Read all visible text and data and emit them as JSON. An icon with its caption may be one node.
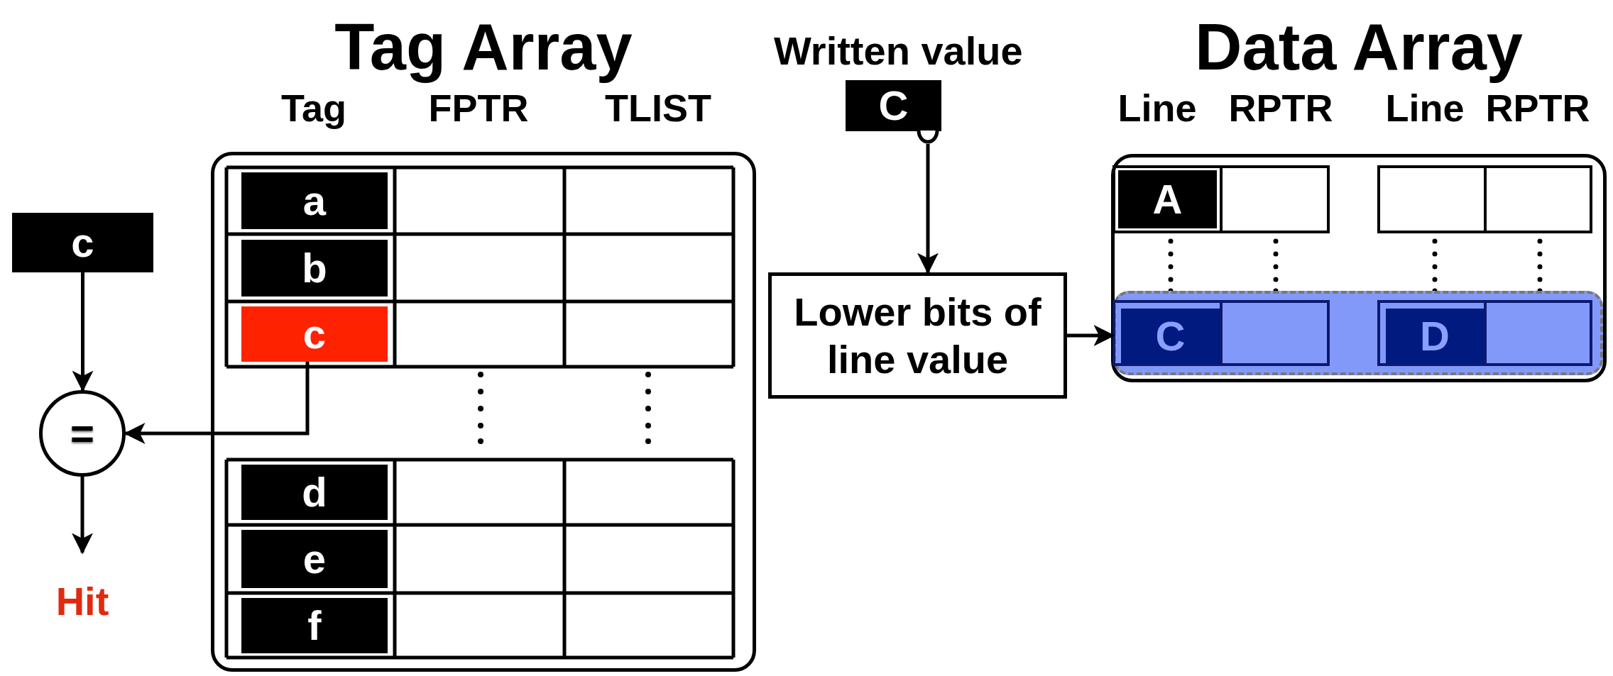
{
  "diagram": {
    "nodes": [
      {
        "text": [
          "Tag Array"
        ]
      },
      {
        "text": [
          "a"
        ],
        "in": 0
      },
      {
        "text": [
          "b"
        ],
        "in": 0
      },
      {
        "text": [
          "c"
        ],
        "in": 0
      },
      {
        "text": [
          "d"
        ],
        "in": 0
      },
      {
        "text": [
          "e"
        ],
        "in": 0
      },
      {
        "text": [
          "f"
        ],
        "in": 0
      },
      {
        "text": [
          "c"
        ]
      },
      {
        "text": [
          "="
        ]
      },
      {
        "text": [
          "Hit"
        ]
      },
      {
        "text": [
          "Written value",
          "C"
        ]
      },
      {
        "text": [
          "Lower bits of line value"
        ]
      },
      {
        "text": [
          "Data Array"
        ]
      },
      {
        "text": [
          "A"
        ],
        "in": 12
      },
      {
        "text": [],
        "shape": "bar",
        "in": 12
      },
      {
        "text": [
          "C"
        ],
        "in": 14
      },
      {
        "text": [
          "D"
        ],
        "in": 14
      }
    ],
    "edges": [
      {
        "from": 7,
        "to": 8,
        "arrow": "to"
      },
      {
        "from": 3,
        "to": 8,
        "arrow": "to"
      },
      {
        "from": 8,
        "to": 9,
        "arrow": "to"
      },
      {
        "from": 10,
        "to": 11,
        "arrow": "to"
      },
      {
        "from": 11,
        "to": 14,
        "arrow": "to"
      }
    ],
    "labels": [
      "Tag",
      "FPTR",
      "TLIST",
      "Line",
      "RPTR",
      "Line",
      "RPTR"
    ]
  }
}
